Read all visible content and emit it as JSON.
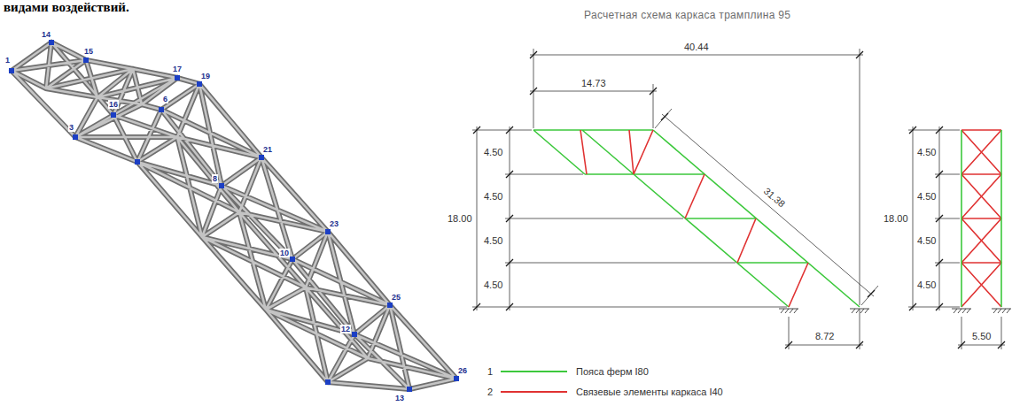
{
  "diagram": {
    "title": "Расчетная схема каркаса трамплина 95",
    "labels": [
      "видами воздействий.",
      "1",
      "14",
      "15",
      "17",
      "19",
      "16",
      "3",
      "6",
      "21",
      "8",
      "23",
      "10",
      "25",
      "12",
      "26",
      "13",
      "40.44",
      "14.73",
      "31.38",
      "4.50",
      "4.50",
      "4.50",
      "4.50",
      "18.00",
      "8.72",
      "4.50",
      "4.50",
      "4.50",
      "4.50",
      "18.00",
      "5.50",
      "1",
      "2"
    ],
    "legend": [
      {
        "text": "Пояса ферм I80"
      },
      {
        "text": "Связевые элементы каркаса I40"
      }
    ]
  }
}
